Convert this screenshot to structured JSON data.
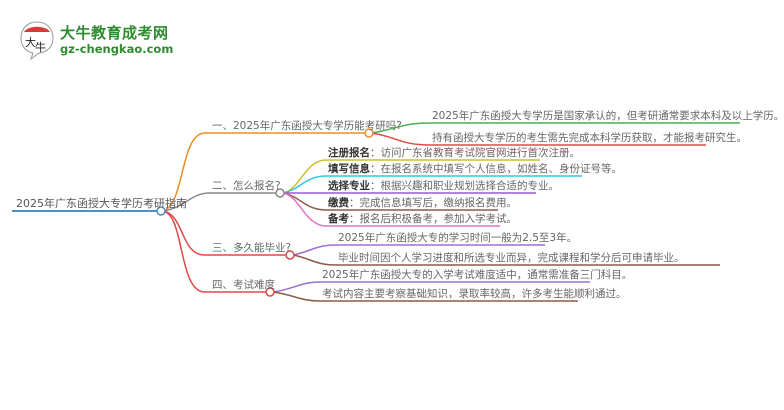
{
  "logo": {
    "badge_text": "大牛",
    "title": "大牛教育成考网",
    "url": "gz-chengkao.com"
  },
  "root": {
    "label": "2025年广东函授大专学历考研指南",
    "color": "#4a90c8"
  },
  "branches": [
    {
      "label": "一、2025年广东函授大专学历能考研吗?",
      "color": "#f08c2c",
      "children": [
        {
          "text": "2025年广东函授大专学历是国家承认的，但考研通常要求本科及以上学历。",
          "color": "#4caf50"
        },
        {
          "text": "持有函授大专学历的考生需先完成本科学历获取，才能报考研究生。",
          "color": "#e04848"
        }
      ]
    },
    {
      "label": "二、怎么报名?",
      "color": "#888888",
      "children": [
        {
          "key": "注册报名",
          "text": "：访问广东省教育考试院官网进行首次注册。",
          "color": "#c8c030"
        },
        {
          "key": "填写信息",
          "text": "：在报名系统中填写个人信息，如姓名、身份证号等。",
          "color": "#30c8d8"
        },
        {
          "key": "选择专业",
          "text": "：根据兴趣和职业规划选择合适的专业。",
          "color": "#9b59d0"
        },
        {
          "key": "缴费",
          "text": "：完成信息填写后，缴纳报名费用。",
          "color": "#8b5a4a"
        },
        {
          "key": "备考",
          "text": "：报名后积极备考，参加入学考试。",
          "color": "#e870c8"
        }
      ]
    },
    {
      "label": "三、多久能毕业?",
      "color": "#e04848",
      "children": [
        {
          "text": "2025年广东函授大专的学习时间一般为2.5至3年。",
          "color": "#9b70d0"
        },
        {
          "text": "毕业时间因个人学习进度和所选专业而异，完成课程和学分后可申请毕业。",
          "color": "#8b5a4a"
        }
      ]
    },
    {
      "label": "四、考试难度",
      "color": "#e04848",
      "children": [
        {
          "text": "2025年广东函授大专的入学考试难度适中，通常需准备三门科目。",
          "color": "#9b70d0"
        },
        {
          "text": "考试内容主要考察基础知识，录取率较高，许多考生能顺利通过。",
          "color": "#8b5a4a"
        }
      ]
    }
  ]
}
